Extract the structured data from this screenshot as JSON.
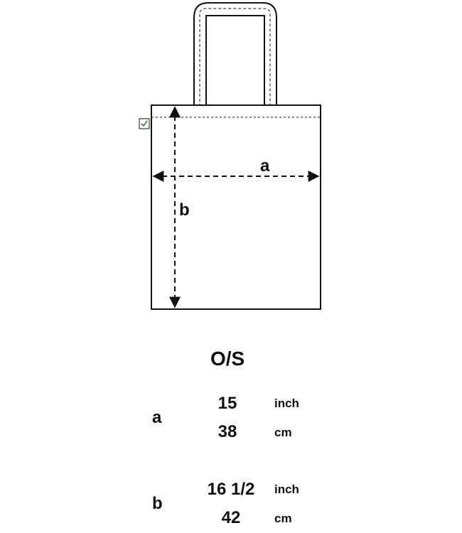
{
  "diagram": {
    "label_a": "a",
    "label_b": "b",
    "icons": [
      "tote-bag-outline",
      "care-label-icon",
      "width-arrow",
      "height-arrow"
    ]
  },
  "size_header": "O/S",
  "measurements": [
    {
      "label": "a",
      "inch": "15",
      "inch_unit": "inch",
      "cm": "38",
      "cm_unit": "cm"
    },
    {
      "label": "b",
      "inch": "16 1/2",
      "inch_unit": "inch",
      "cm": "42",
      "cm_unit": "cm"
    }
  ],
  "colors": {
    "line": "#111111",
    "background": "#ffffff",
    "label_check": "#2e7d32"
  }
}
